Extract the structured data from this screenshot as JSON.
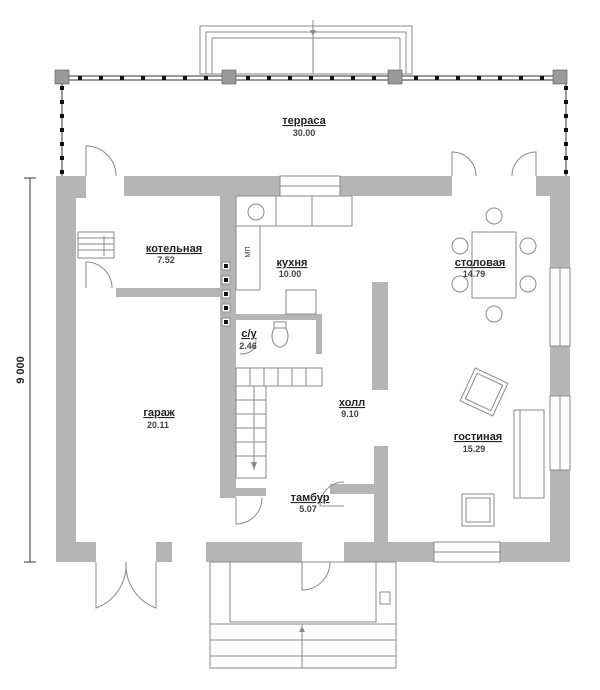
{
  "dimension": "9 000",
  "rooms": {
    "terrace": {
      "name": "терраса",
      "area": "30.00"
    },
    "boiler": {
      "name": "котельная",
      "area": "7.52"
    },
    "kitchen": {
      "name": "кухня",
      "area": "10.00",
      "stove_label": "МП"
    },
    "dining": {
      "name": "столовая",
      "area": "14.79"
    },
    "wc": {
      "name": "с/у",
      "area": "2.46"
    },
    "garage": {
      "name": "гараж",
      "area": "20.11"
    },
    "hall": {
      "name": "холл",
      "area": "9.10"
    },
    "living": {
      "name": "гостиная",
      "area": "15.29"
    },
    "vestibule": {
      "name": "тамбур",
      "area": "5.07"
    }
  },
  "colors": {
    "wall": "#b5b5b5",
    "line": "#8a8a8a"
  }
}
